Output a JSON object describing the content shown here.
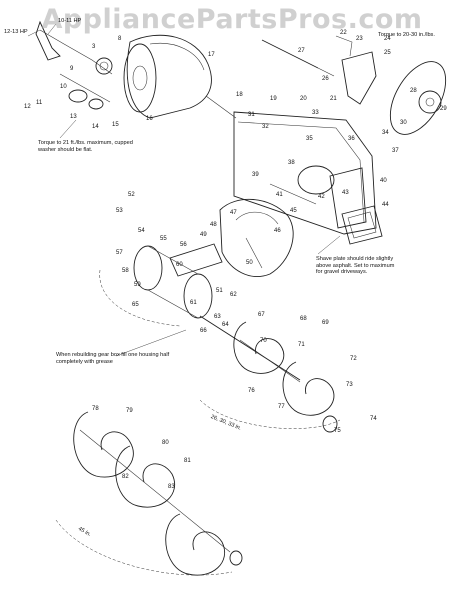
{
  "watermark": "AppliancePartsPros.com",
  "callouts": {
    "hp_high": "12-13 HP",
    "hp_low": "10-11 HP",
    "torque_washer": "Torque to 21 ft./lbs. maximum, cupped washer should be flat.",
    "torque_20_30": "Torque to 20-30 in./lbs.",
    "shave_plate": "Shave plate should ride slightly above asphalt. Set to maximum for gravel driveways.",
    "gear_box": "When rebuilding gear box fill one housing half completely with grease",
    "width_small": "26, 30, 33 in.",
    "width_large": "45 in."
  },
  "ref_numbers": [
    "3",
    "8",
    "9",
    "10",
    "11",
    "12",
    "13",
    "14",
    "15",
    "16",
    "17",
    "18",
    "19",
    "20",
    "21",
    "22",
    "23",
    "24",
    "25",
    "26",
    "27",
    "28",
    "29",
    "30",
    "31",
    "32",
    "33",
    "34",
    "35",
    "36",
    "37",
    "38",
    "39",
    "40",
    "41",
    "42",
    "43",
    "44",
    "45",
    "46",
    "47",
    "48",
    "49",
    "50",
    "51",
    "52",
    "53",
    "54",
    "55",
    "56",
    "57",
    "58",
    "59",
    "60",
    "61",
    "62",
    "63",
    "64",
    "65",
    "66",
    "67",
    "68",
    "69",
    "70",
    "71",
    "72",
    "73",
    "74",
    "75",
    "76",
    "77",
    "78",
    "79",
    "80",
    "81",
    "82",
    "83"
  ],
  "colors": {
    "line": "#222222",
    "watermark": "#aaaaaa",
    "background": "#ffffff"
  }
}
